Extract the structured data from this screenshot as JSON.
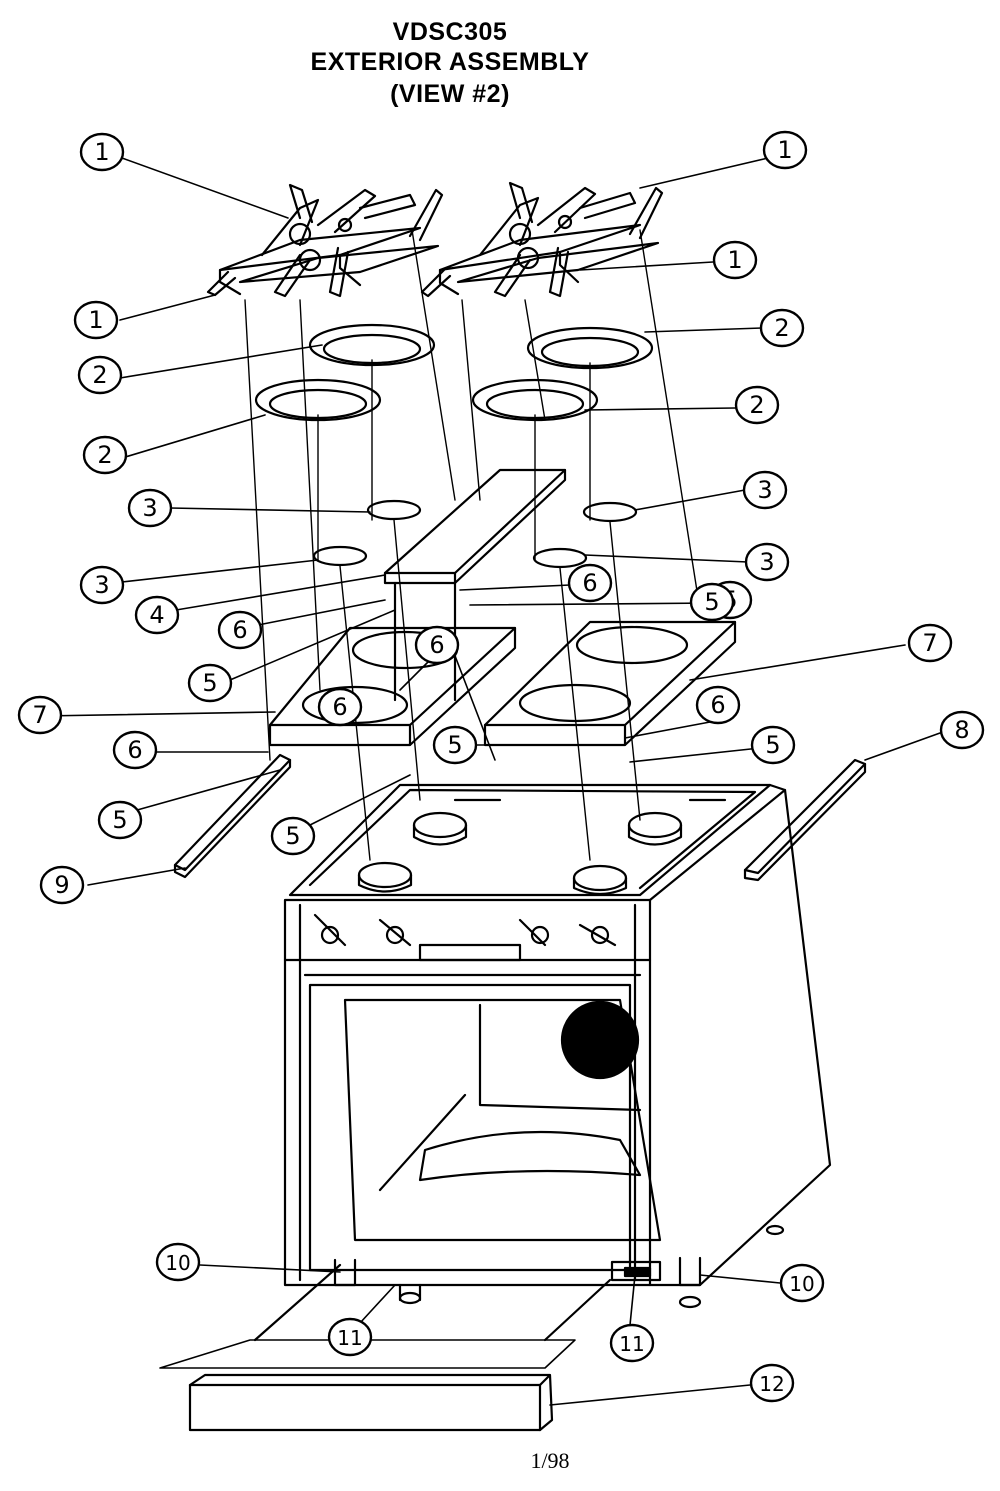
{
  "title": {
    "model": "VDSC305",
    "name": "EXTERIOR ASSEMBLY",
    "view": "(VIEW #2)"
  },
  "footer": "1/98",
  "callouts": [
    "1",
    "1",
    "1",
    "1",
    "2",
    "2",
    "2",
    "2",
    "3",
    "3",
    "3",
    "3",
    "4",
    "5",
    "5",
    "5",
    "5",
    "5",
    "5",
    "5",
    "6",
    "6",
    "6",
    "6",
    "6",
    "6",
    "7",
    "7",
    "8",
    "9",
    "10",
    "10",
    "11",
    "11",
    "12"
  ]
}
